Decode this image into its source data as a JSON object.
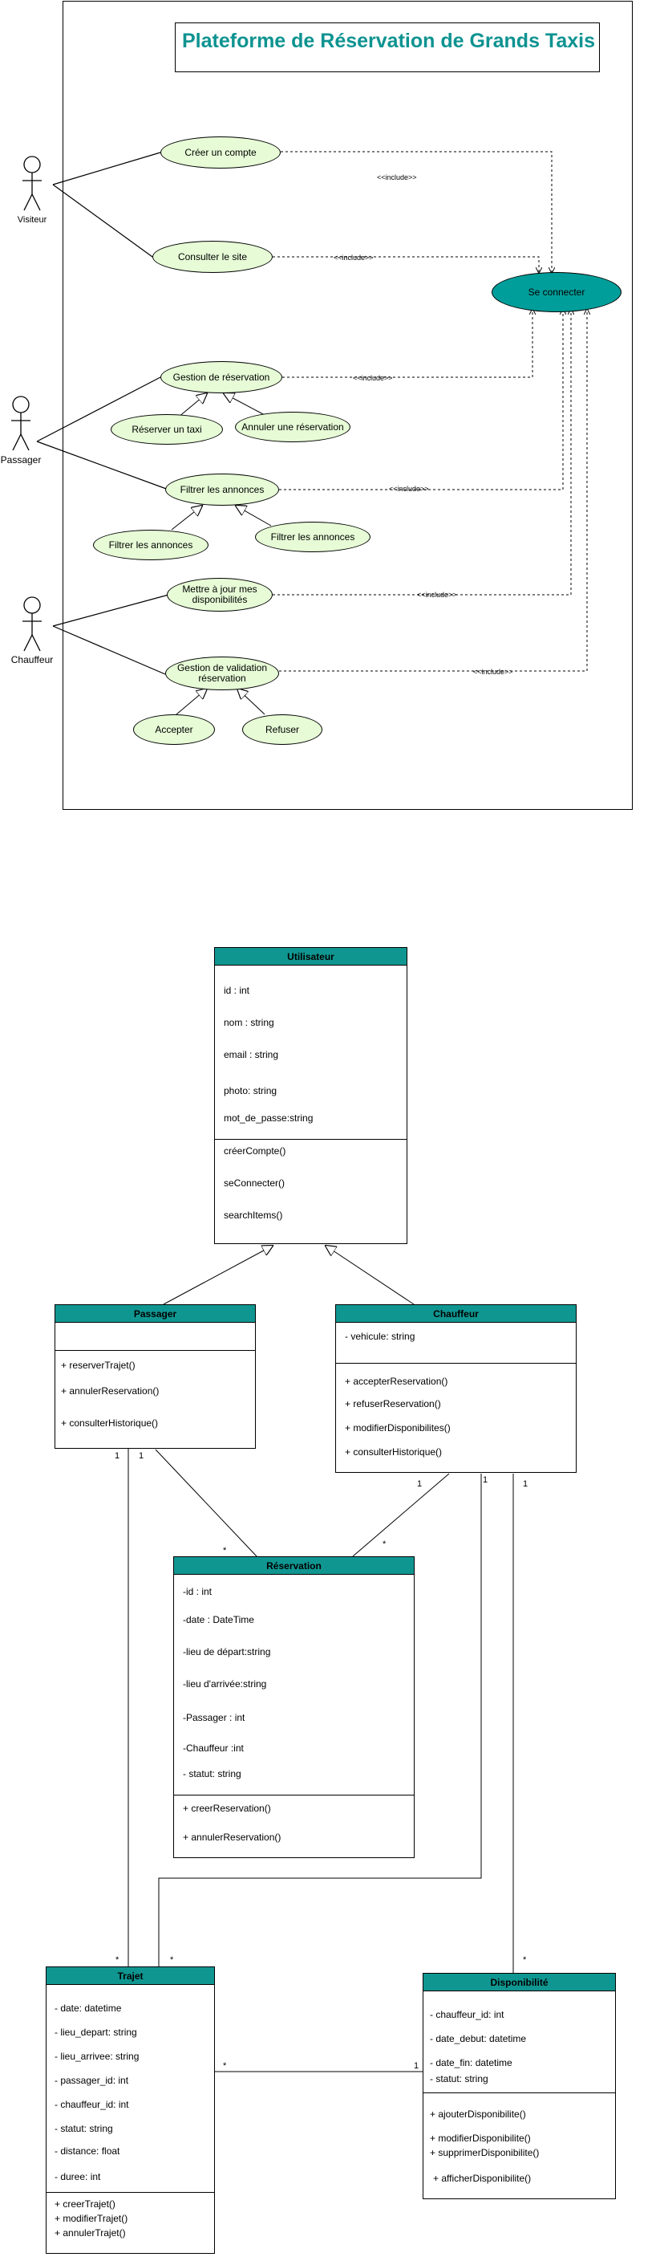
{
  "use_case_diagram": {
    "title": "Plateforme de Réservation de Grands Taxis",
    "actors": {
      "visiteur": "Visiteur",
      "passager": "Passager",
      "chauffeur": "Chauffeur"
    },
    "use_cases": {
      "creer_compte": "Créer un compte",
      "consulter_site": "Consulter le site",
      "se_connecter": "Se connecter",
      "gestion_reservation": "Gestion de  réservation",
      "reserver_taxi": "Réserver un taxi",
      "annuler_reservation": "Annuler une réservation",
      "filtrer_annonces": "Filtrer les annonces",
      "filtrer_annonces_left": "Filtrer les annonces",
      "filtrer_annonces_right": "Filtrer les annonces",
      "mettre_a_jour": "Mettre à jour mes disponibilités",
      "gestion_validation": "Gestion de  validation réservation",
      "accepter": "Accepter",
      "refuser": "Refuser"
    },
    "include_label": "<<include>>"
  },
  "class_diagram": {
    "utilisateur": {
      "name": "Utilisateur",
      "attributes": [
        "id : int",
        "nom : string",
        "email : string",
        "photo: string",
        "mot_de_passe:string"
      ],
      "methods": [
        "créerCompte()",
        "seConnecter()",
        "searchItems()"
      ]
    },
    "passager": {
      "name": "Passager",
      "attributes": [],
      "methods": [
        "+ reserverTrajet()",
        "+ annulerReservation()",
        "+ consulterHistorique()"
      ]
    },
    "chauffeur": {
      "name": "Chauffeur",
      "attributes": [
        "- vehicule: string"
      ],
      "methods": [
        "+ accepterReservation()",
        "+ refuserReservation()",
        "+ modifierDisponibilites()",
        "+ consulterHistorique()"
      ]
    },
    "reservation": {
      "name": "Réservation",
      "attributes": [
        "-id : int",
        "-date : DateTime",
        "-lieu de départ:string",
        "-lieu d'arrivée:string",
        "-Passager : int",
        "-Chauffeur :int",
        "- statut: string"
      ],
      "methods": [
        "+ creerReservation()",
        "+ annulerReservation()"
      ]
    },
    "trajet": {
      "name": "Trajet",
      "attributes": [
        "- date: datetime",
        "- lieu_depart: string",
        "- lieu_arrivee: string",
        "- passager_id: int",
        "- chauffeur_id: int",
        "- statut: string",
        "- distance: float",
        "- duree: int"
      ],
      "methods": [
        "+ creerTrajet()",
        "+ modifierTrajet()",
        "+ annulerTrajet()"
      ]
    },
    "disponibilite": {
      "name": "Disponibilité",
      "attributes": [
        "- chauffeur_id: int",
        "- date_debut: datetime",
        "- date_fin: datetime",
        "- statut: string"
      ],
      "methods": [
        "+ ajouterDisponibilite()",
        "+ modifierDisponibilite()",
        "+ supprimerDisponibilite()",
        "+ afficherDisponibilite()"
      ]
    },
    "multiplicities": {
      "passager_trajet_1": "1",
      "passager_res_1": "1",
      "res_from_passager": "*",
      "chauffeur_res": "1",
      "res_from_chauffeur": "*",
      "chauffeur_trajet": "1",
      "chauffeur_dispo": "1",
      "trajet_from_passager": "*",
      "trajet_from_chauffeur": "*",
      "dispo_from_chauffeur": "*",
      "trajet_dispo_left": "*",
      "trajet_dispo_right": "1"
    }
  }
}
